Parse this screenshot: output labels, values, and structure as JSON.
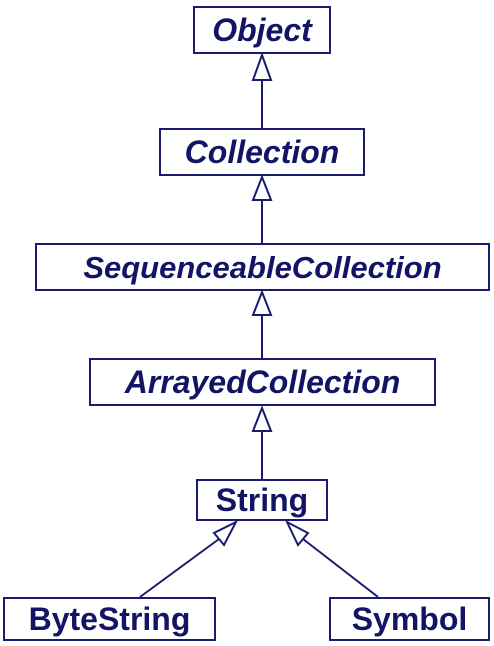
{
  "diagram": {
    "type": "class-hierarchy",
    "classes": {
      "object": {
        "label": "Object",
        "abstract": true
      },
      "collection": {
        "label": "Collection",
        "abstract": true
      },
      "sequenceable": {
        "label": "SequenceableCollection",
        "abstract": true
      },
      "arrayed": {
        "label": "ArrayedCollection",
        "abstract": true
      },
      "string": {
        "label": "String",
        "abstract": false
      },
      "bytestring": {
        "label": "ByteString",
        "abstract": false
      },
      "symbol": {
        "label": "Symbol",
        "abstract": false
      }
    },
    "inheritance": [
      {
        "child": "collection",
        "parent": "object"
      },
      {
        "child": "sequenceable",
        "parent": "collection"
      },
      {
        "child": "arrayed",
        "parent": "sequenceable"
      },
      {
        "child": "string",
        "parent": "arrayed"
      },
      {
        "child": "bytestring",
        "parent": "string"
      },
      {
        "child": "symbol",
        "parent": "string"
      }
    ],
    "colors": {
      "line": "#1a1a6e",
      "text": "#141466",
      "background": "#ffffff"
    }
  }
}
